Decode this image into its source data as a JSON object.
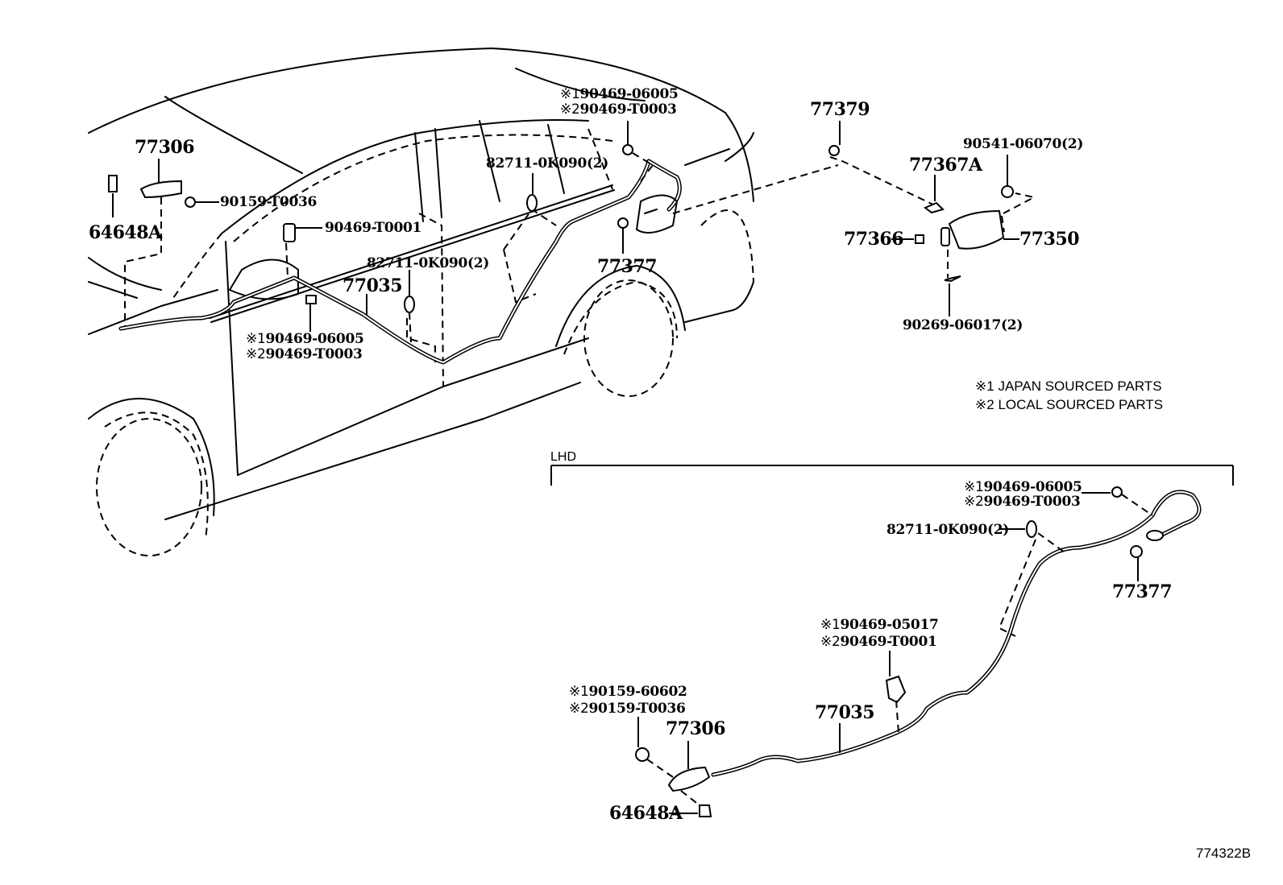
{
  "diagram": {
    "title_code": "774322B",
    "section_label": "LHD",
    "legend": [
      {
        "marker": "※1",
        "text": "JAPAN SOURCED PARTS"
      },
      {
        "marker": "※2",
        "text": "LOCAL SOURCED PARTS"
      }
    ],
    "main_view": {
      "labels": {
        "handle_77306": "77306",
        "bracket_64648a": "64648A",
        "screw_90159": "90159-T0036",
        "clamp_90469_t0001": "90469-T0001",
        "clamp_82711_mid": "82711-0K090(2)",
        "cable_77035": "77035",
        "clip_lower_1": "90469-06005",
        "clip_lower_2": "90469-T0003",
        "clamp_82711_upper": "82711-0K090(2)",
        "clip_upper_1": "90469-06005",
        "clip_upper_2": "90469-T0003",
        "cushion_77377": "77377"
      }
    },
    "lid_view": {
      "labels": {
        "hinge_77379": "77379",
        "spring_77367a": "77367A",
        "nut_90541": "90541-06070(2)",
        "bumper_77366": "77366",
        "lid_77350": "77350",
        "bolt_90269": "90269-06017(2)"
      }
    },
    "lhd_view": {
      "labels": {
        "clip_1": "90469-06005",
        "clip_2": "90469-T0003",
        "clamp_82711": "82711-0K090(2)",
        "cushion_77377": "77377",
        "clamp_mid_1": "90469-05017",
        "clamp_mid_2": "90469-T0001",
        "screw_1": "90159-60602",
        "screw_2": "90159-T0036",
        "handle_77306": "77306",
        "cable_77035": "77035",
        "bracket_64648a": "64648A"
      }
    },
    "markers": {
      "m1": "※1",
      "m2": "※2"
    }
  }
}
